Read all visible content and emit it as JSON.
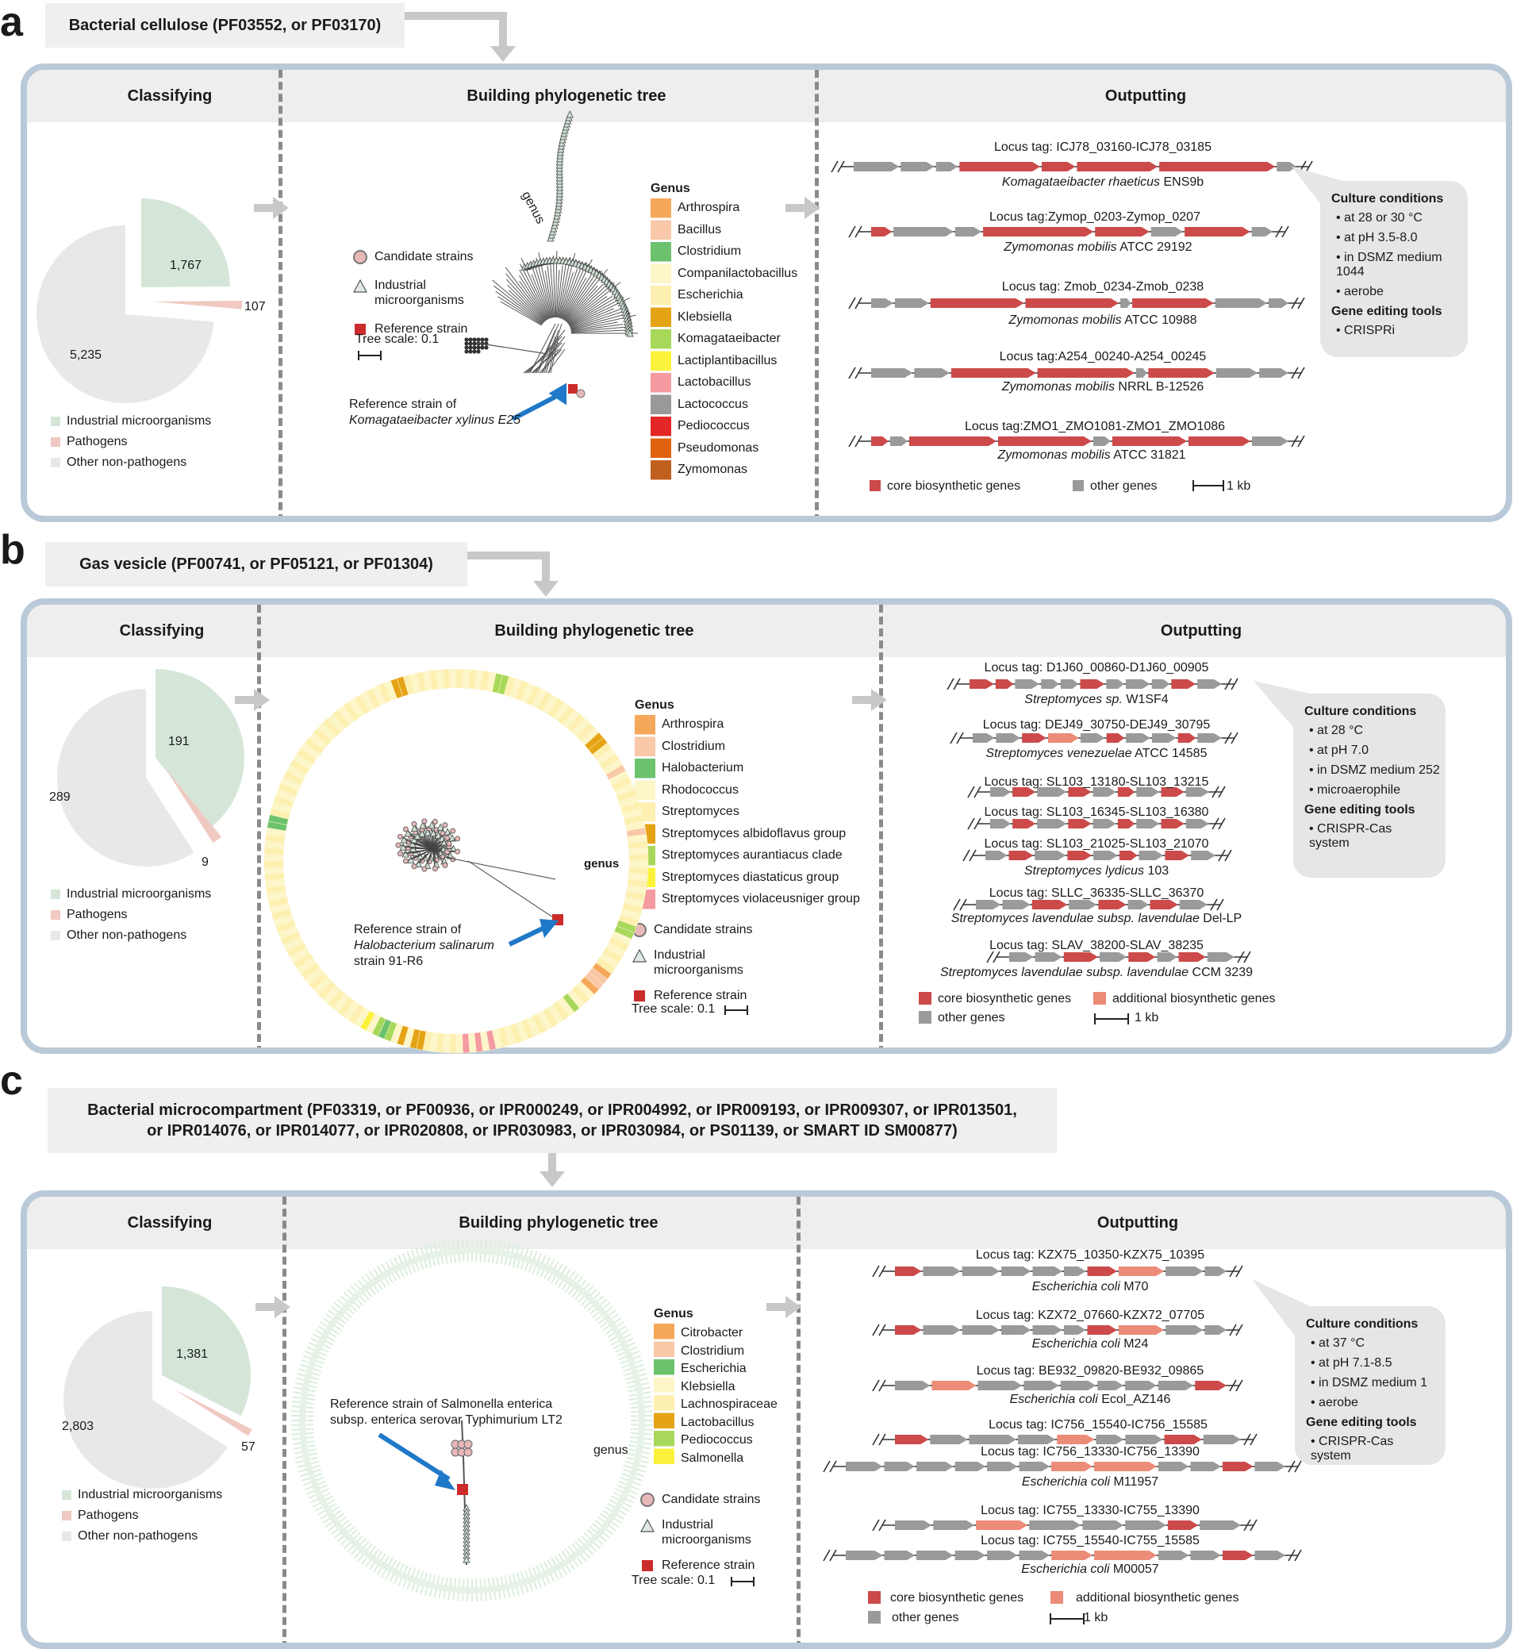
{
  "figure": {
    "panels": [
      {
        "letter": "a",
        "query": "Bacterial cellulose (PF03552,  or PF03170)",
        "columns": [
          "Classifying",
          "Building phylogenetic tree",
          "Outputting"
        ],
        "pie": {
          "values": [
            1767,
            107,
            5235
          ],
          "labels": [
            "1,767",
            "107",
            "5,235"
          ],
          "legend": [
            "Industrial microorganisms",
            "Pathogens",
            "Other non-pathogens"
          ]
        },
        "tree": {
          "shape": "arc",
          "legend": [
            "Candidate strains",
            "Industrial\nmicroorganisms",
            "Reference strain"
          ],
          "scale": "Tree scale: 0.1",
          "ref_text_1": "Reference strain of",
          "ref_text_2": "Komagataeibacter xylinus E25",
          "genus_label": "genus"
        },
        "genus": {
          "title": "Genus",
          "items": [
            {
              "name": "Arthrospira",
              "color": "#f5a85a"
            },
            {
              "name": "Bacillus",
              "color": "#f9c8a8"
            },
            {
              "name": "Clostridium",
              "color": "#6cc26c"
            },
            {
              "name": "Companilactobacillus",
              "color": "#fdf6c8"
            },
            {
              "name": "Escherichia",
              "color": "#fdf0b0"
            },
            {
              "name": "Klebsiella",
              "color": "#e4a416"
            },
            {
              "name": "Komagataeibacter",
              "color": "#a8d85a"
            },
            {
              "name": "Lactiplantibacillus",
              "color": "#fbf23c"
            },
            {
              "name": "Lactobacillus",
              "color": "#f59aa0"
            },
            {
              "name": "Lactococcus",
              "color": "#999999"
            },
            {
              "name": "Pediococcus",
              "color": "#e32626"
            },
            {
              "name": "Pseudomonas",
              "color": "#e0620e"
            },
            {
              "name": "Zymomonas",
              "color": "#c0601e"
            }
          ]
        },
        "loci": [
          {
            "tag": "Locus tag: ICJ78_03160-ICJ78_03185",
            "species": "Komagataeibacter rhaeticus",
            "strain": " ENS9b"
          },
          {
            "tag": "Locus tag:Zymop_0203-Zymop_0207",
            "species": "Zymomonas mobilis",
            "strain": " ATCC 29192"
          },
          {
            "tag": "Locus tag: Zmob_0234-Zmob_0238",
            "species": "Zymomonas mobilis",
            "strain": " ATCC 10988"
          },
          {
            "tag": "Locus tag:A254_00240-A254_00245",
            "species": "Zymomonas mobilis",
            "strain": " NRRL B-12526"
          },
          {
            "tag": "Locus tag:ZMO1_ZMO1081-ZMO1_ZMO1086",
            "species": "Zymomonas mobilis",
            "strain": " ATCC 31821"
          }
        ],
        "gene_legend": [
          "core biosynthetic genes",
          "other genes"
        ],
        "kb": "1 kb",
        "culture": {
          "title": "Culture conditions",
          "items": [
            "at 28 or 30 °C",
            "at pH 3.5-8.0",
            "in DSMZ medium\n1044",
            "aerobe"
          ],
          "tools_title": "Gene editing tools",
          "tools": [
            "CRISPRi"
          ]
        }
      },
      {
        "letter": "b",
        "query": "Gas vesicle (PF00741, or PF05121,  or PF01304)",
        "columns": [
          "Classifying",
          "Building phylogenetic tree",
          "Outputting"
        ],
        "pie": {
          "values": [
            191,
            9,
            289
          ],
          "labels": [
            "191",
            "9",
            "289"
          ],
          "legend": [
            "Industrial microorganisms",
            "Pathogens",
            "Other non-pathogens"
          ]
        },
        "tree": {
          "shape": "ring",
          "legend": [
            "Candidate strains",
            "Industrial\nmicroorganisms",
            "Reference strain"
          ],
          "scale": "Tree scale: 0.1",
          "ref_text_1": "Reference strain of",
          "ref_text_2": "Halobacterium salinarum",
          "ref_text_3": "strain 91-R6",
          "genus_label": "genus"
        },
        "genus": {
          "title": "Genus",
          "items": [
            {
              "name": "Arthrospira",
              "color": "#f5a85a"
            },
            {
              "name": "Clostridium",
              "color": "#f9c8a8"
            },
            {
              "name": "Halobacterium",
              "color": "#6cc26c"
            },
            {
              "name": "Rhodococcus",
              "color": "#fdf6c8"
            },
            {
              "name": "Streptomyces",
              "color": "#fdf0b0"
            },
            {
              "name": "Streptomyces albidoflavus group",
              "color": "#e4a416"
            },
            {
              "name": "Streptomyces aurantiacus clade",
              "color": "#a8d85a"
            },
            {
              "name": "Streptomyces diastaticus group",
              "color": "#fbf23c"
            },
            {
              "name": "Streptomyces violaceusniger group",
              "color": "#f59aa0"
            }
          ]
        },
        "loci": [
          {
            "tag": "Locus tag:  D1J60_00860-D1J60_00905",
            "species": "Streptomyces sp.",
            "strain": " W1SF4"
          },
          {
            "tag": "Locus tag: DEJ49_30750-DEJ49_30795",
            "species": "Streptomyces venezuelae",
            "strain": " ATCC 14585"
          },
          {
            "tag": "Locus tag: SL103_13180-SL103_13215",
            "species": "",
            "strain": ""
          },
          {
            "tag": "Locus tag:  SL103_16345-SL103_16380",
            "species": "",
            "strain": ""
          },
          {
            "tag": "Locus tag: SL103_21025-SL103_21070",
            "species": "Streptomyces lydicus",
            "strain": " 103"
          },
          {
            "tag": "Locus tag:  SLLC_36335-SLLC_36370",
            "species": "Streptomyces lavendulae subsp. lavendulae",
            "strain": " Del-LP"
          },
          {
            "tag": "Locus tag:  SLAV_38200-SLAV_38235",
            "species": "Streptomyces lavendulae subsp. lavendulae",
            "strain": " CCM 3239"
          }
        ],
        "gene_legend": [
          "core biosynthetic genes",
          "additional biosynthetic genes",
          "other genes"
        ],
        "kb": "1 kb",
        "culture": {
          "title": "Culture conditions",
          "items": [
            "at 28 °C",
            "at pH 7.0",
            "in DSMZ medium 252",
            "microaerophile"
          ],
          "tools_title": "Gene editing tools",
          "tools": [
            "CRISPR-Cas system"
          ]
        }
      },
      {
        "letter": "c",
        "query_line1": "Bacterial microcompartment (PF03319, or PF00936, or IPR000249, or IPR004992, or IPR009193, or IPR009307, or IPR013501,",
        "query_line2": "or IPR014076, or IPR014077, or IPR020808, or IPR030983, or IPR030984, or PS01139, or SMART ID SM00877)",
        "columns": [
          "Classifying",
          "Building phylogenetic tree",
          "Outputting"
        ],
        "pie": {
          "values": [
            1381,
            57,
            2803
          ],
          "labels": [
            "1,381",
            "57",
            "2,803"
          ],
          "legend": [
            "Industrial microorganisms",
            "Pathogens",
            "Other non-pathogens"
          ]
        },
        "tree": {
          "shape": "faint-ring",
          "legend": [
            "Candidate strains",
            "Industrial\nmicroorganisms",
            "Reference strain"
          ],
          "scale": "Tree scale: 0.1",
          "ref_text_1": "Reference strain of Salmonella enterica",
          "ref_text_2": "subsp. enterica serovar Typhimurium LT2",
          "genus_label": "genus"
        },
        "genus": {
          "title": "Genus",
          "items": [
            {
              "name": "Citrobacter",
              "color": "#f5a85a"
            },
            {
              "name": "Clostridium",
              "color": "#f9c8a8"
            },
            {
              "name": "Escherichia",
              "color": "#6cc26c"
            },
            {
              "name": "Klebsiella",
              "color": "#fdf6c8"
            },
            {
              "name": "Lachnospiraceae",
              "color": "#fdf0b0"
            },
            {
              "name": "Lactobacillus",
              "color": "#e4a416"
            },
            {
              "name": "Pediococcus",
              "color": "#a8d85a"
            },
            {
              "name": "Salmonella",
              "color": "#fbf23c"
            }
          ]
        },
        "loci": [
          {
            "tag": "Locus tag: KZX75_10350-KZX75_10395",
            "species": "Escherichia coli",
            "strain": " M70"
          },
          {
            "tag": "Locus tag: KZX72_07660-KZX72_07705",
            "species": "Escherichia coli",
            "strain": " M24"
          },
          {
            "tag": "Locus tag: BE932_09820-BE932_09865",
            "species": "Escherichia coli",
            "strain": " Ecol_AZ146"
          },
          {
            "tag": "Locus tag: IC756_15540-IC756_15585",
            "species": "",
            "strain": ""
          },
          {
            "tag": "Locus tag: IC756_13330-IC756_13390",
            "species": "Escherichia coli",
            "strain": " M11957"
          },
          {
            "tag": "Locus tag: IC755_13330-IC755_13390",
            "species": "",
            "strain": ""
          },
          {
            "tag": "Locus tag: IC755_15540-IC755_15585",
            "species": "Escherichia coli",
            "strain": " M00057"
          }
        ],
        "gene_legend": [
          "core biosynthetic genes",
          "additional biosynthetic genes",
          "other genes"
        ],
        "kb": "1 kb",
        "culture": {
          "title": "Culture conditions",
          "items": [
            "at 37 °C",
            "at pH 7.1-8.5",
            "in DSMZ medium 1",
            "aerobe"
          ],
          "tools_title": "Gene editing tools",
          "tools": [
            "CRISPR-Cas system"
          ]
        }
      }
    ],
    "colors": {
      "industrial": "#d5e6d8",
      "pathogen": "#f0c9c2",
      "other": "#e8e8e8",
      "core_gene": "#cc4a4a",
      "additional_gene": "#ec8b78",
      "other_gene": "#9a9a9a",
      "frame": "#b9c9d8",
      "arrow_blue": "#1f78c8"
    }
  }
}
